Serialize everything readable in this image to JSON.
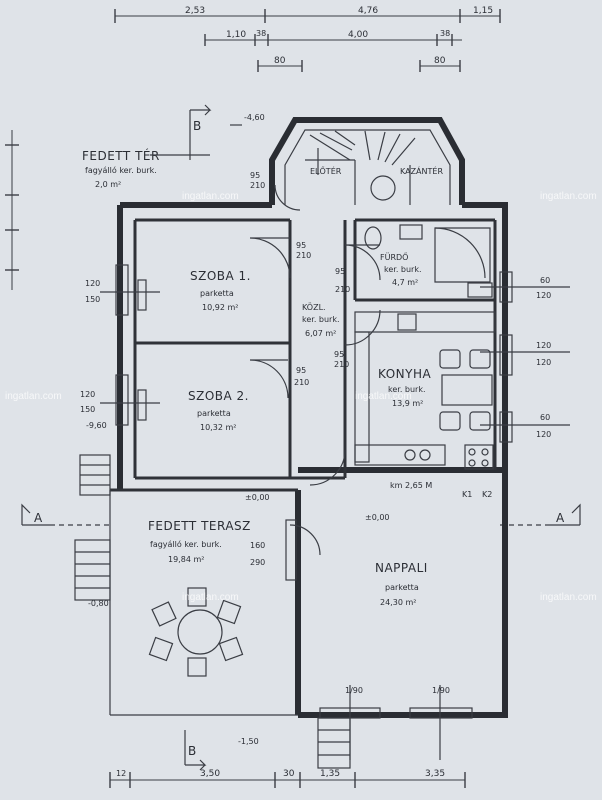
{
  "dimensions": {
    "top_row1": [
      "2,53",
      "4,76",
      "1,15"
    ],
    "top_row2": [
      "1,10",
      "38",
      "4,00",
      "38"
    ],
    "top_row3": [
      "80",
      "80"
    ],
    "bottom": [
      "12",
      "3,50",
      "30",
      "1,35",
      "3,35"
    ],
    "left_pairs": [
      [
        "120",
        "150"
      ],
      [
        "120",
        "150"
      ]
    ],
    "right_pairs": [
      [
        "60",
        "120"
      ],
      [
        "120",
        "120"
      ],
      [
        "60",
        "120"
      ]
    ]
  },
  "rooms": {
    "fedett_ter": {
      "name": "FEDETT TÉR",
      "finish": "fagyálló ker. burk.",
      "area": "2,0 m²"
    },
    "eloter": {
      "name": "ELŐTÉR"
    },
    "kazanter": {
      "name": "KAZÁNTÉR"
    },
    "furdo": {
      "name": "FÜRDŐ",
      "finish": "ker. burk.",
      "area": "4,7 m²"
    },
    "szoba1": {
      "name": "SZOBA 1.",
      "finish": "parketta",
      "area": "10,92 m²"
    },
    "kozl": {
      "name": "KÖZL.",
      "finish": "ker. burk.",
      "area": "6,07 m²"
    },
    "konyha": {
      "name": "KONYHA",
      "finish": "ker. burk.",
      "area": "13,9 m²"
    },
    "szoba2": {
      "name": "SZOBA 2.",
      "finish": "parketta",
      "area": "10,32 m²"
    },
    "fedett_terasz": {
      "name": "FEDETT TERASZ",
      "finish": "fagyálló ker. burk.",
      "area": "19,84 m²"
    },
    "nappali": {
      "name": "NAPPALI",
      "finish": "parketta",
      "area": "24,30 m²"
    }
  },
  "door_labels": [
    {
      "w": "95",
      "h": "210"
    },
    {
      "w": "95",
      "h": "210"
    },
    {
      "w": "95",
      "h": "210"
    },
    {
      "w": "95",
      "h": "210"
    },
    {
      "w": "95",
      "h": "210"
    },
    {
      "w": "160",
      "h": "290"
    }
  ],
  "levels": {
    "top": "-4,60",
    "terrace_left": "-9,60",
    "ground": "±0,00",
    "terrace_mark": "±0,00",
    "stair_bottom": "-0,80",
    "bottom": "-1,50"
  },
  "kitchen_note": "km 2,65 M",
  "kitchen_codes": [
    "K1",
    "K2"
  ],
  "window_labels": [
    "1/90",
    "1/90"
  ],
  "section_labels": {
    "a_left": "A",
    "a_right": "A",
    "b_top": "B",
    "b_bottom": "B"
  },
  "watermark": "ingatlan.com"
}
